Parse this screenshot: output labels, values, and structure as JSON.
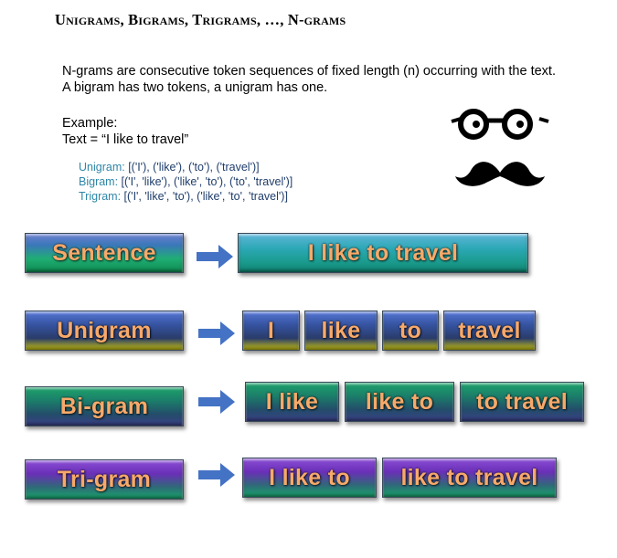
{
  "title": "Unigrams, Bigrams, Trigrams, …, N-grams",
  "intro": {
    "line1": "N-grams are consecutive token sequences of fixed length (n) occurring with the text.",
    "line2": "A bigram has two tokens, a unigram has one."
  },
  "example": {
    "heading": "Example:",
    "text_line": "Text = “I like to travel”",
    "rows": [
      {
        "label": "Unigram:",
        "value": " [('I'), ('like'), ('to'), ('travel')]"
      },
      {
        "label": "Bigram:",
        "value": " [('I', 'like'), ('like', 'to'), ('to', 'travel')]"
      },
      {
        "label": "Trigram:",
        "value": " [('I', 'like', 'to'), ('like', 'to', 'travel')]"
      }
    ]
  },
  "diagram": {
    "sentence": {
      "label": "Sentence",
      "tokens": [
        "I like to travel"
      ]
    },
    "unigram": {
      "label": "Unigram",
      "tokens": [
        "I",
        "like",
        "to",
        "travel"
      ]
    },
    "bigram": {
      "label": "Bi-gram",
      "tokens": [
        "I like",
        "like to",
        "to travel"
      ]
    },
    "trigram": {
      "label": "Tri-gram",
      "tokens": [
        "I like to",
        "like to travel"
      ]
    }
  },
  "icons": {
    "face": "glasses-mustache-icon",
    "arrow": "right-arrow-icon"
  },
  "colors": {
    "arrow": "#4472c4",
    "token_text": "#f7a96a",
    "example_label": "#2e86a8"
  }
}
